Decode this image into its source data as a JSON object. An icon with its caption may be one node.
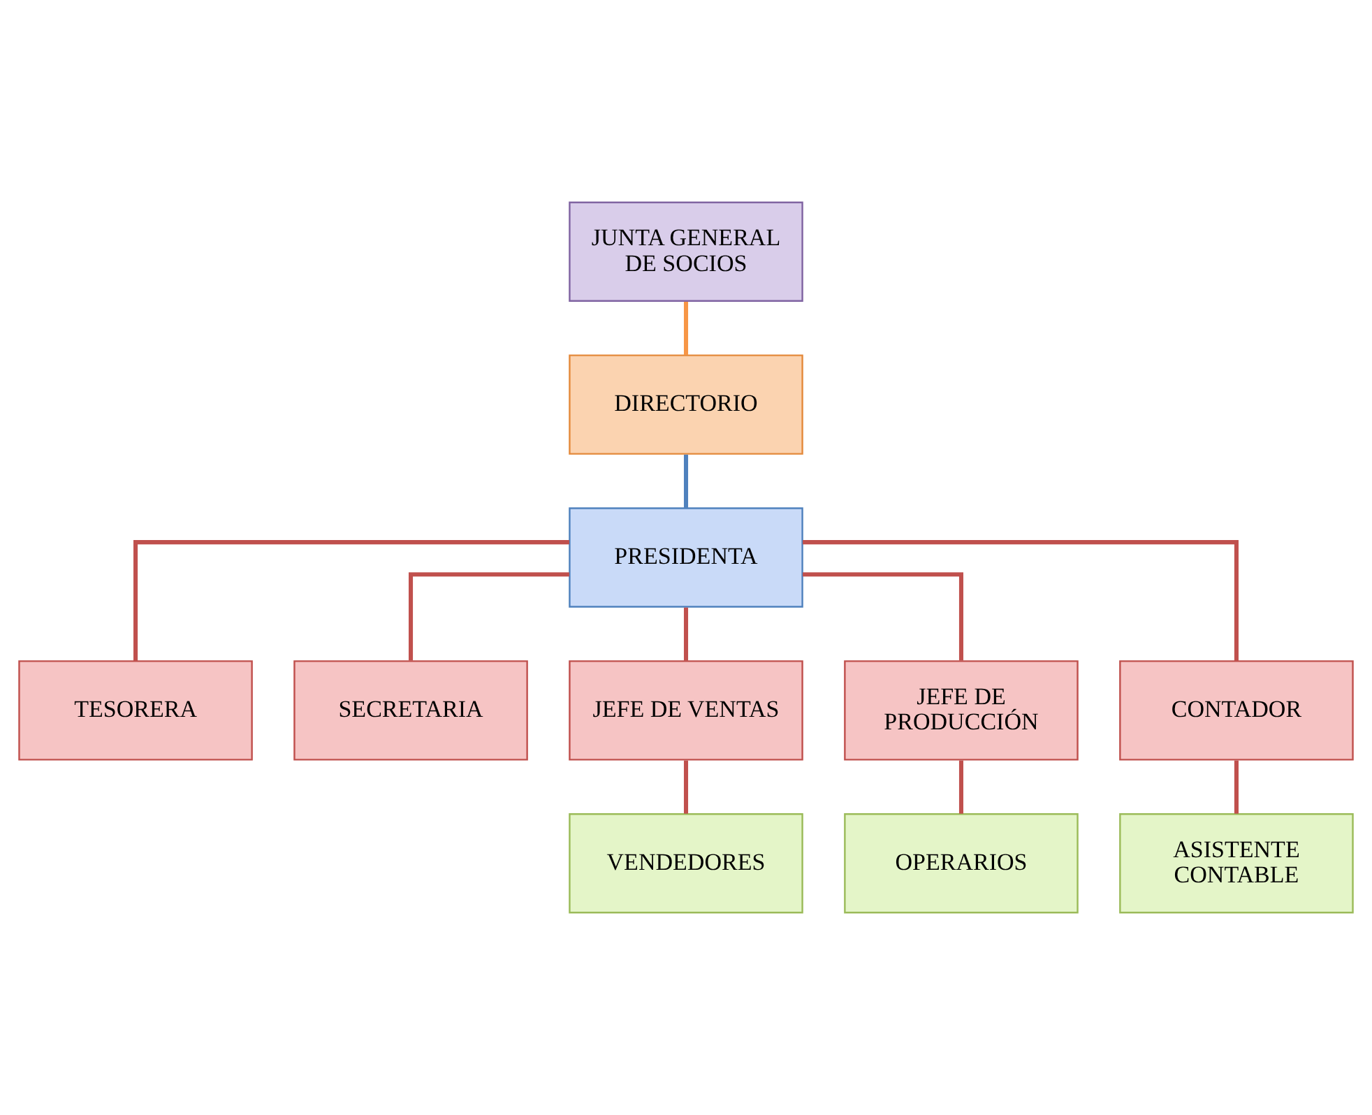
{
  "diagram": {
    "nodes": [
      {
        "text": [
          "JUNTA GENERAL DE SOCIOS"
        ]
      },
      {
        "text": [
          "DIRECTORIO"
        ]
      },
      {
        "text": [
          "PRESIDENTA"
        ]
      },
      {
        "text": [
          "TESORERA"
        ]
      },
      {
        "text": [
          "SECRETARIA"
        ]
      },
      {
        "text": [
          "JEFE DE VENTAS"
        ]
      },
      {
        "text": [
          "JEFE DE PRODUCCIÓN"
        ]
      },
      {
        "text": [
          "CONTADOR"
        ]
      },
      {
        "text": [
          "VENDEDORES"
        ]
      },
      {
        "text": [
          "OPERARIOS"
        ]
      },
      {
        "text": [
          "ASISTENTE CONTABLE"
        ]
      }
    ],
    "edges": [
      {
        "from": 0,
        "to": 1,
        "arrow": "none",
        "color": "#f79646"
      },
      {
        "from": 1,
        "to": 2,
        "arrow": "none",
        "color": "#4f81bd"
      },
      {
        "from": 2,
        "to": 3,
        "arrow": "none"
      },
      {
        "from": 2,
        "to": 4,
        "arrow": "none"
      },
      {
        "from": 2,
        "to": 5,
        "arrow": "none"
      },
      {
        "from": 2,
        "to": 6,
        "arrow": "none"
      },
      {
        "from": 2,
        "to": 7,
        "arrow": "none"
      },
      {
        "from": 5,
        "to": 8,
        "arrow": "none"
      },
      {
        "from": 6,
        "to": 9,
        "arrow": "none"
      },
      {
        "from": 7,
        "to": 10,
        "arrow": "none"
      }
    ]
  }
}
